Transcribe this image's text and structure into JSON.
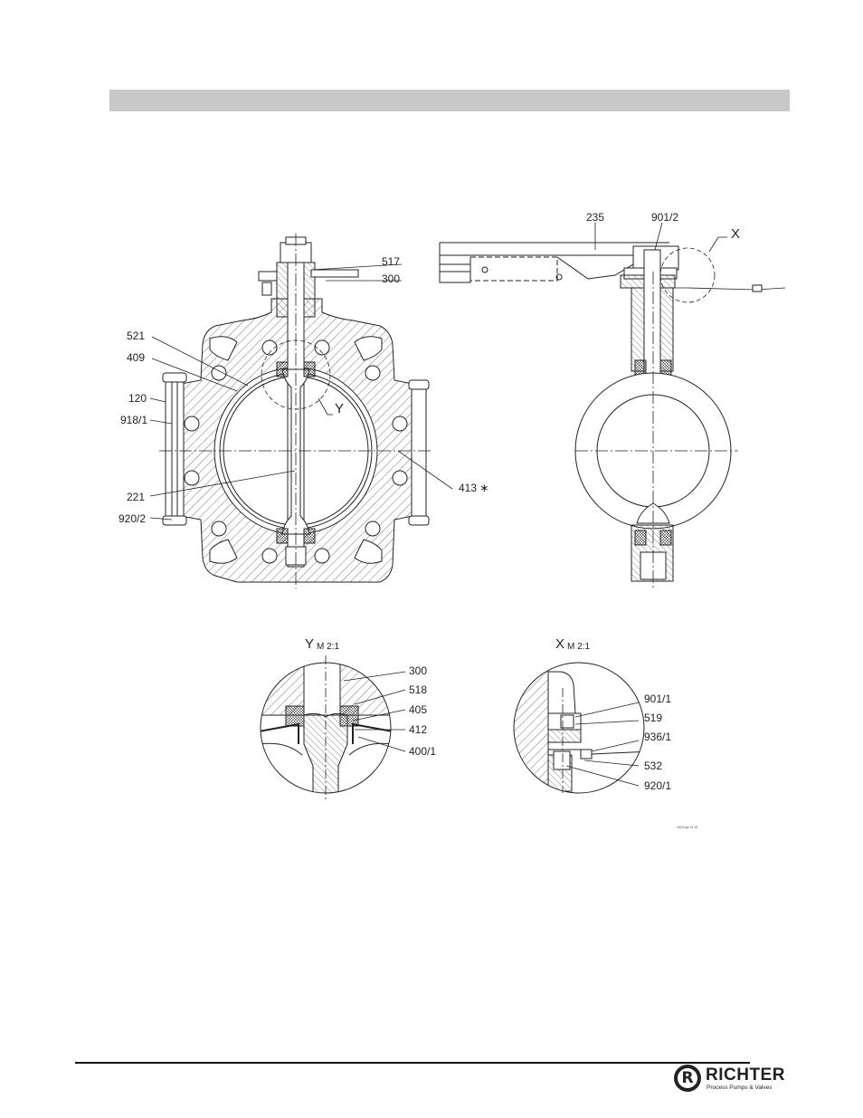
{
  "callouts": {
    "c517": "517",
    "c300": "300",
    "c521": "521",
    "c409": "409",
    "c120": "120",
    "c918_1": "918/1",
    "c221": "221",
    "c920_2": "920/2",
    "c413": "413 ∗",
    "cY": "Y",
    "c235": "235",
    "c901_2": "901/2",
    "cX": "X"
  },
  "detail_y": {
    "title_letter": "Y",
    "title_scale": "M 2:1",
    "labels": [
      "300",
      "518",
      "405",
      "412",
      "400/1"
    ]
  },
  "detail_x": {
    "title_letter": "X",
    "title_scale": "M 2:1",
    "labels": [
      "901/1",
      "519",
      "936/1",
      "532",
      "920/1"
    ]
  },
  "drawing_number": "1023-wp-11 15",
  "logo": {
    "name": "RICHTER",
    "letter": "R",
    "tagline": "Process Pumps & Valves"
  },
  "colors": {
    "header_bar": "#c8c8c8",
    "line": "#222222"
  }
}
